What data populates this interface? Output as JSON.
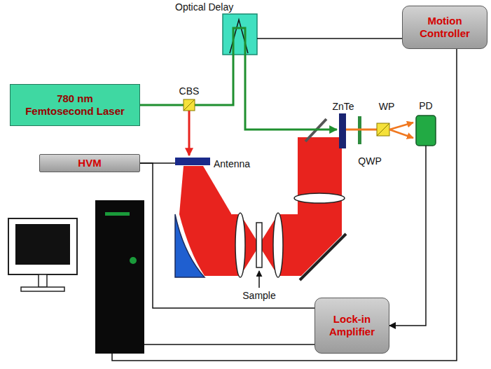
{
  "diagram": {
    "nodes": [
      {
        "text": [
          "Optical Delay"
        ]
      },
      {
        "text": [
          "Motion Controller"
        ]
      },
      {
        "text": [
          "780 nm Femtosecond Laser"
        ]
      },
      {
        "text": [
          "PD"
        ]
      },
      {
        "text": [
          "HVM"
        ]
      },
      {
        "text": [
          "Lock-in Amplifier"
        ]
      }
    ],
    "edges": [
      {
        "from": 0,
        "to": 1,
        "arrow": "none"
      },
      {
        "from": 4,
        "to": 5,
        "arrow": "none"
      },
      {
        "from": 3,
        "to": 5,
        "arrow": "to"
      }
    ],
    "labels": [
      "CBS",
      "Antenna",
      "ZnTe",
      "WP",
      "QWP",
      "Sample"
    ]
  }
}
